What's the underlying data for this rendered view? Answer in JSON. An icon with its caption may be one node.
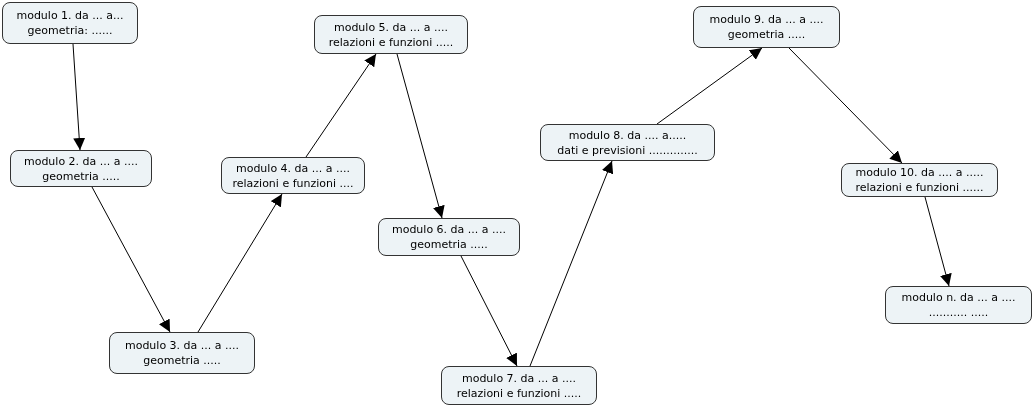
{
  "diagram": {
    "nodes": [
      {
        "text": [
          "modulo 1. da ... a...",
          "geometria: ......"
        ]
      },
      {
        "text": [
          "modulo 2. da ... a ....",
          "geometria ....."
        ]
      },
      {
        "text": [
          "modulo 3. da ... a ....",
          "geometria ....."
        ]
      },
      {
        "text": [
          "modulo 4. da ... a ....",
          "relazioni e funzioni ...."
        ]
      },
      {
        "text": [
          "modulo 5. da ... a ....",
          "relazioni e funzioni ....."
        ]
      },
      {
        "text": [
          "modulo 6. da ... a ....",
          "geometria ....."
        ]
      },
      {
        "text": [
          "modulo 7. da ... a ....",
          "relazioni e funzioni ....."
        ]
      },
      {
        "text": [
          "modulo 8. da .... a.....",
          "dati e previsioni .............."
        ]
      },
      {
        "text": [
          "modulo 9. da ... a ....",
          "geometria ....."
        ]
      },
      {
        "text": [
          "modulo 10. da .... a .....",
          "relazioni e funzioni ......"
        ]
      },
      {
        "text": [
          "modulo n. da ... a ....",
          "........... ....."
        ]
      }
    ],
    "edges": [
      {
        "from": 0,
        "to": 1,
        "arrow": "to"
      },
      {
        "from": 1,
        "to": 2,
        "arrow": "to"
      },
      {
        "from": 2,
        "to": 3,
        "arrow": "to"
      },
      {
        "from": 3,
        "to": 4,
        "arrow": "to"
      },
      {
        "from": 4,
        "to": 5,
        "arrow": "to"
      },
      {
        "from": 5,
        "to": 6,
        "arrow": "to"
      },
      {
        "from": 6,
        "to": 7,
        "arrow": "to"
      },
      {
        "from": 7,
        "to": 8,
        "arrow": "to"
      },
      {
        "from": 8,
        "to": 9,
        "arrow": "to"
      },
      {
        "from": 9,
        "to": 10,
        "arrow": "to"
      }
    ]
  }
}
